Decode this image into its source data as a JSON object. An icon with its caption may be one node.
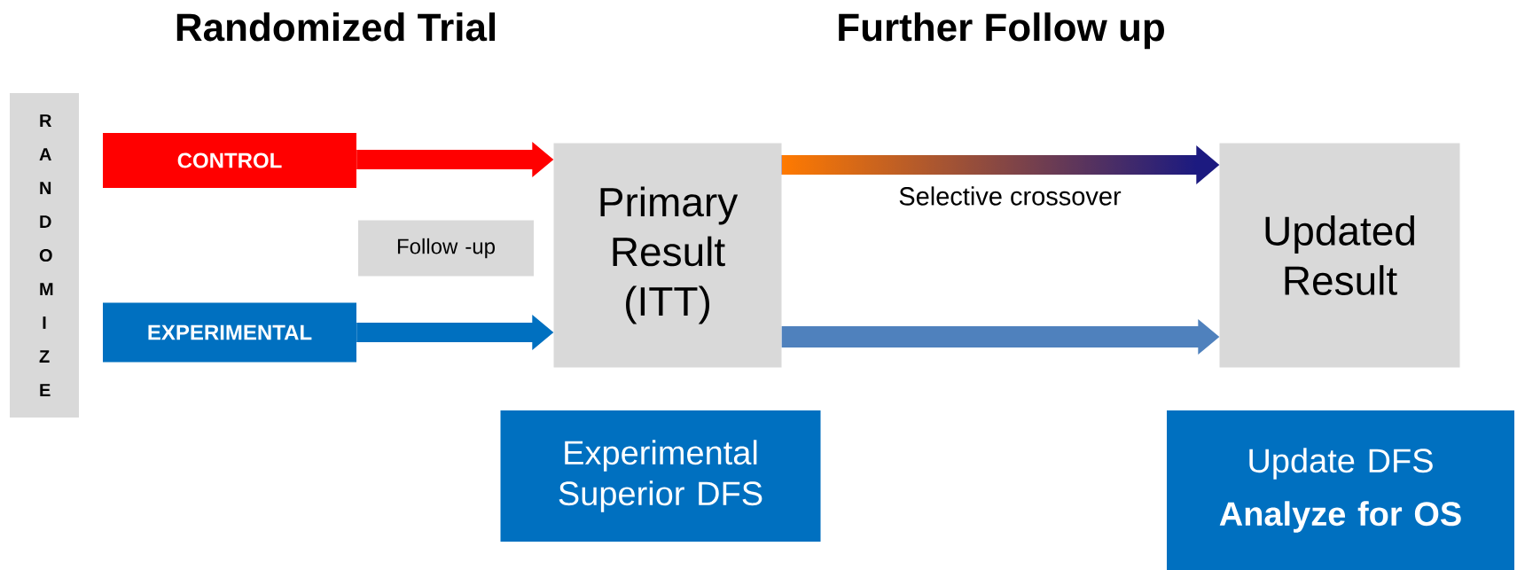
{
  "diagram": {
    "nodes": [
      {
        "text": [
          "RANDOMIZE"
        ]
      },
      {
        "text": [
          "CONTROL"
        ]
      },
      {
        "text": [
          "Follow -up"
        ]
      },
      {
        "text": [
          "EXPERIMENTAL"
        ]
      },
      {
        "text": [
          "Primary Result (ITT)"
        ]
      },
      {
        "text": [
          "Updated Result"
        ]
      },
      {
        "text": [
          "Experimental Superior DFS"
        ]
      },
      {
        "text": [
          "Update DFS",
          "Analyze for OS"
        ]
      }
    ],
    "edges": [
      {
        "from": 1,
        "to": 4,
        "arrow": "to",
        "color": "#ff0000"
      },
      {
        "from": 3,
        "to": 4,
        "arrow": "to",
        "color": "#0070c0"
      },
      {
        "from": 4,
        "to": 5,
        "arrow": "to",
        "label": "Selective crossover",
        "color": "#1c1a80"
      },
      {
        "from": 4,
        "to": 5,
        "arrow": "to",
        "color": "#4f81bd"
      }
    ],
    "labels": [
      "Randomized Trial",
      "Further Follow up"
    ]
  }
}
